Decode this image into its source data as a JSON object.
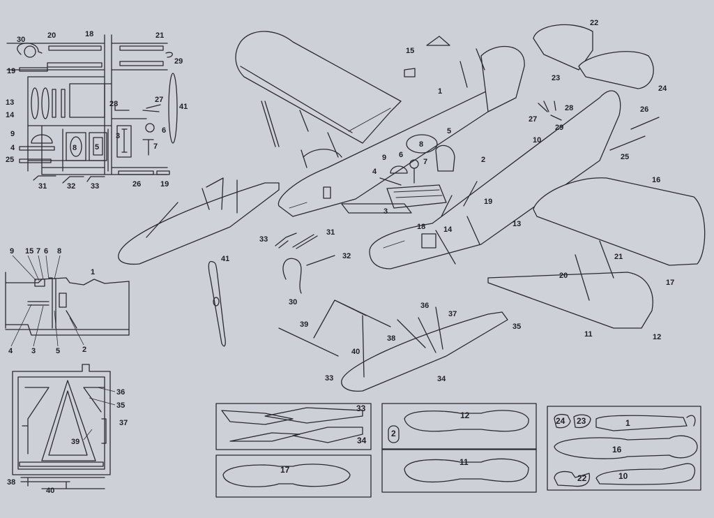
{
  "sprue_top_labels": [
    {
      "id": "s30",
      "text": "30"
    },
    {
      "id": "s20",
      "text": "20"
    },
    {
      "id": "s18",
      "text": "18"
    },
    {
      "id": "s21",
      "text": "21"
    },
    {
      "id": "s29",
      "text": "29"
    },
    {
      "id": "s19a",
      "text": "19"
    },
    {
      "id": "s13",
      "text": "13"
    },
    {
      "id": "s14",
      "text": "14"
    },
    {
      "id": "s28",
      "text": "28"
    },
    {
      "id": "s27",
      "text": "27"
    },
    {
      "id": "s41",
      "text": "41"
    },
    {
      "id": "s9",
      "text": "9"
    },
    {
      "id": "s6",
      "text": "6"
    },
    {
      "id": "s4",
      "text": "4"
    },
    {
      "id": "s8",
      "text": "8"
    },
    {
      "id": "s5",
      "text": "5"
    },
    {
      "id": "s3",
      "text": "3"
    },
    {
      "id": "s7",
      "text": "7"
    },
    {
      "id": "s25",
      "text": "25"
    },
    {
      "id": "s31",
      "text": "31"
    },
    {
      "id": "s32",
      "text": "32"
    },
    {
      "id": "s33",
      "text": "33"
    },
    {
      "id": "s26",
      "text": "26"
    },
    {
      "id": "s19b",
      "text": "19"
    }
  ],
  "cockpit_labels": [
    {
      "id": "c9",
      "text": "9"
    },
    {
      "id": "c15",
      "text": "15"
    },
    {
      "id": "c7",
      "text": "7"
    },
    {
      "id": "c6",
      "text": "6"
    },
    {
      "id": "c8",
      "text": "8"
    },
    {
      "id": "c1",
      "text": "1"
    },
    {
      "id": "c4",
      "text": "4"
    },
    {
      "id": "c3",
      "text": "3"
    },
    {
      "id": "c5",
      "text": "5"
    },
    {
      "id": "c2",
      "text": "2"
    }
  ],
  "sprue_bottom_labels": [
    {
      "id": "b36",
      "text": "36"
    },
    {
      "id": "b35",
      "text": "35"
    },
    {
      "id": "b37",
      "text": "37"
    },
    {
      "id": "b39",
      "text": "39"
    },
    {
      "id": "b38",
      "text": "38"
    },
    {
      "id": "b40",
      "text": "40"
    }
  ],
  "exploded_labels": [
    {
      "id": "e15",
      "text": "15"
    },
    {
      "id": "e1",
      "text": "1"
    },
    {
      "id": "e22",
      "text": "22"
    },
    {
      "id": "e23",
      "text": "23"
    },
    {
      "id": "e24",
      "text": "24"
    },
    {
      "id": "e28",
      "text": "28"
    },
    {
      "id": "e27",
      "text": "27"
    },
    {
      "id": "e29",
      "text": "29"
    },
    {
      "id": "e26",
      "text": "26"
    },
    {
      "id": "e25",
      "text": "25"
    },
    {
      "id": "e10",
      "text": "10"
    },
    {
      "id": "e5",
      "text": "5"
    },
    {
      "id": "e8",
      "text": "8"
    },
    {
      "id": "e9",
      "text": "9"
    },
    {
      "id": "e6",
      "text": "6"
    },
    {
      "id": "e7",
      "text": "7"
    },
    {
      "id": "e2",
      "text": "2"
    },
    {
      "id": "e4",
      "text": "4"
    },
    {
      "id": "e3",
      "text": "3"
    },
    {
      "id": "e16",
      "text": "16"
    },
    {
      "id": "e19",
      "text": "19"
    },
    {
      "id": "e18",
      "text": "18"
    },
    {
      "id": "e14",
      "text": "14"
    },
    {
      "id": "e13",
      "text": "13"
    },
    {
      "id": "e33a",
      "text": "33"
    },
    {
      "id": "e31",
      "text": "31"
    },
    {
      "id": "e32",
      "text": "32"
    },
    {
      "id": "e41",
      "text": "41"
    },
    {
      "id": "e30",
      "text": "30"
    },
    {
      "id": "e21",
      "text": "21"
    },
    {
      "id": "e17",
      "text": "17"
    },
    {
      "id": "e20",
      "text": "20"
    },
    {
      "id": "e11",
      "text": "11"
    },
    {
      "id": "e12",
      "text": "12"
    },
    {
      "id": "e36",
      "text": "36"
    },
    {
      "id": "e37",
      "text": "37"
    },
    {
      "id": "e35",
      "text": "35"
    },
    {
      "id": "e39",
      "text": "39"
    },
    {
      "id": "e38",
      "text": "38"
    },
    {
      "id": "e40",
      "text": "40"
    },
    {
      "id": "e33b",
      "text": "33"
    },
    {
      "id": "e34",
      "text": "34"
    }
  ],
  "template_labels": [
    {
      "id": "t33",
      "text": "33"
    },
    {
      "id": "t34",
      "text": "34"
    },
    {
      "id": "t12",
      "text": "12"
    },
    {
      "id": "t2",
      "text": "2"
    },
    {
      "id": "t24",
      "text": "24"
    },
    {
      "id": "t23",
      "text": "23"
    },
    {
      "id": "t1",
      "text": "1"
    },
    {
      "id": "t16",
      "text": "16"
    },
    {
      "id": "t17",
      "text": "17"
    },
    {
      "id": "t11",
      "text": "11"
    },
    {
      "id": "t22",
      "text": "22"
    },
    {
      "id": "t10",
      "text": "10"
    }
  ],
  "colors": {
    "paper": "#cdd0d6",
    "ink": "#2a2a30"
  }
}
